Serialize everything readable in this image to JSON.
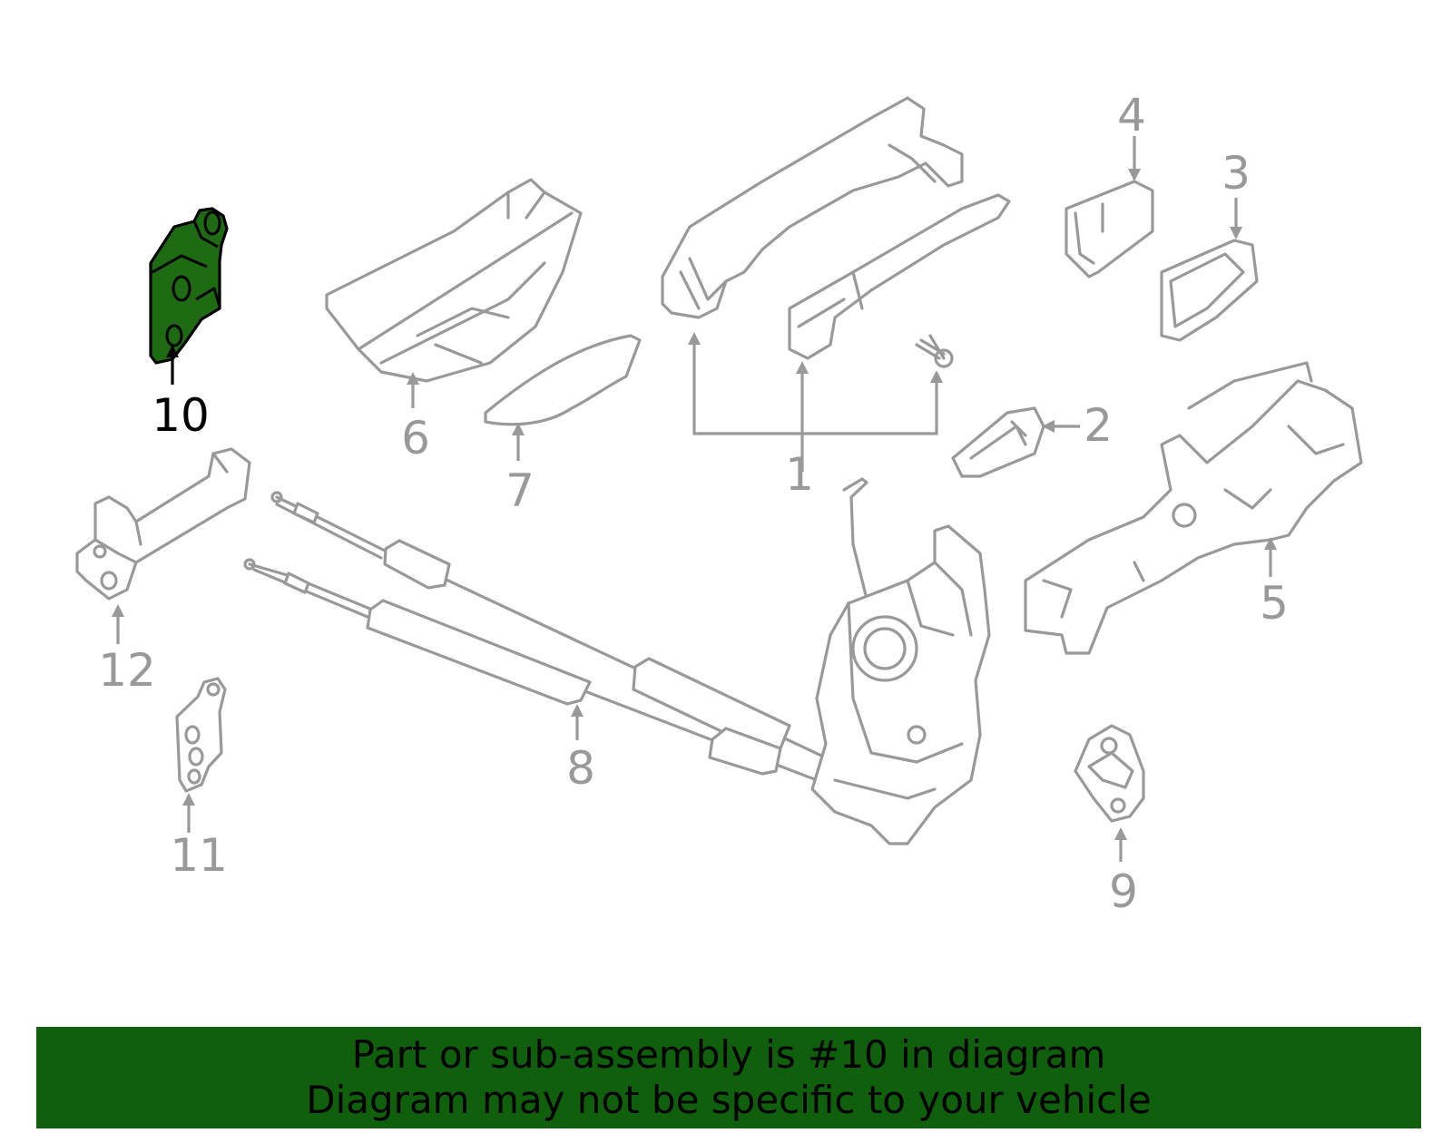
{
  "callouts": {
    "c1": "1",
    "c2": "2",
    "c3": "3",
    "c4": "4",
    "c5": "5",
    "c6": "6",
    "c7": "7",
    "c8": "8",
    "c9": "9",
    "c10": "10",
    "c11": "11",
    "c12": "12"
  },
  "highlighted_part": "10",
  "colors": {
    "highlight_fill": "#1e6b14",
    "banner_background": "#0f5f0d",
    "part_outline": "#999999",
    "active_label": "#000000"
  },
  "banner": {
    "line1": "Part or sub-assembly is #10 in diagram",
    "line2": "Diagram may not be specific to your vehicle"
  }
}
